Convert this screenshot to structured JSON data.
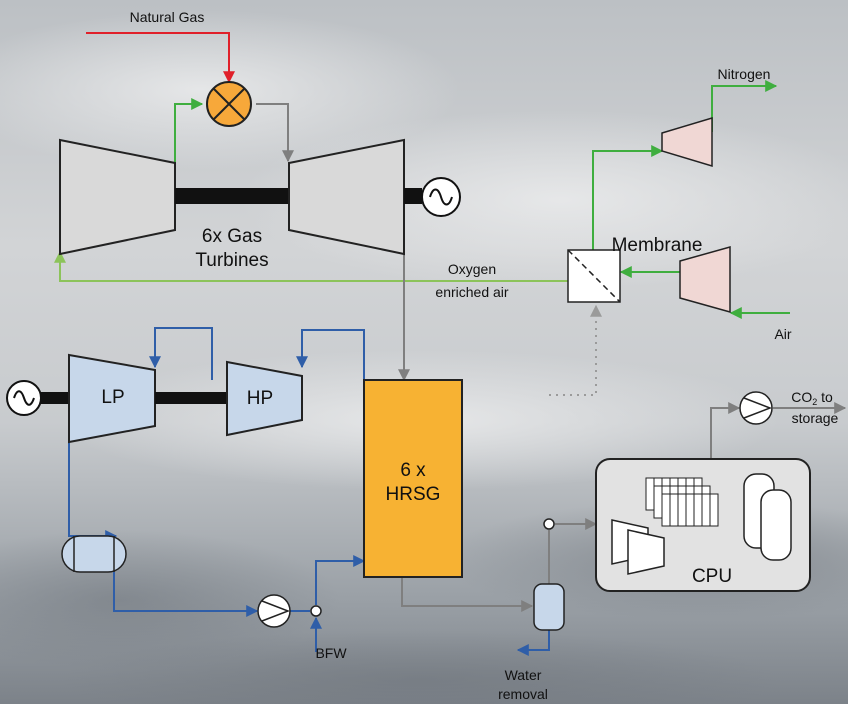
{
  "labels": {
    "natural_gas": "Natural Gas",
    "nitrogen": "Nitrogen",
    "gas_turbines_line1": "6x Gas",
    "gas_turbines_line2": "Turbines",
    "membrane": "Membrane",
    "oxygen_line1": "Oxygen",
    "oxygen_line2": "enriched air",
    "air": "Air",
    "lp": "LP",
    "hp": "HP",
    "hrsg_line1": "6 x",
    "hrsg_line2": "HRSG",
    "co2_line1_prefix": "CO",
    "co2_line1_sub": "2",
    "co2_line1_suffix": " to",
    "co2_line2": "storage",
    "cpu": "CPU",
    "bfw": "BFW",
    "water_line1": "Water",
    "water_line2": "removal"
  },
  "colors": {
    "natural_gas_stream": "#e0202a",
    "air_nitrogen_stream": "#3fae3f",
    "oxygen_stream": "#8cc35a",
    "steam_water_stream": "#2f5ea8",
    "flue_gas_stream": "#7f7f7f",
    "oxygen_recycle_stream": "#9a9a9a",
    "hrsg_fill": "#f7b233",
    "burner_fill": "#f7a83a",
    "turbine_fill": "#d9d9d9",
    "steam_turbine_fill": "#c7d7ea",
    "compressor_fill": "#f0d7d4",
    "cpu_fill": "#e2e2e2"
  }
}
